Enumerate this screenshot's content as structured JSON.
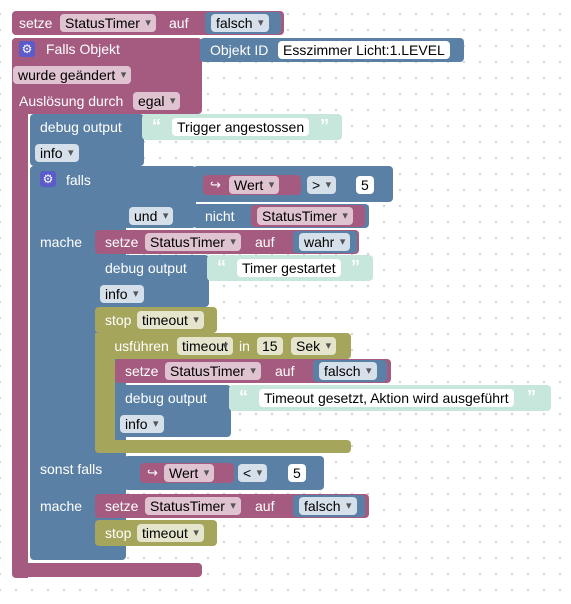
{
  "set1": {
    "keyword": "setze",
    "var": "StatusTimer",
    "to": "auf",
    "value": "falsch"
  },
  "trigger": {
    "title": "Falls Objekt",
    "obj_label": "Objekt ID",
    "obj_value": "Esszimmer Licht:1.LEVEL",
    "changed": "wurde geändert",
    "trigger_by": "Auslösung durch",
    "trigger_value": "egal"
  },
  "debug1": {
    "label": "debug output",
    "text": "Trigger angestossen",
    "level": "info"
  },
  "if1": {
    "falls": "falls",
    "cond_var": "Wert",
    "op1": ">",
    "num1": "5",
    "and": "und",
    "not": "nicht",
    "not_var": "StatusTimer",
    "mache": "mache"
  },
  "set2": {
    "keyword": "setze",
    "var": "StatusTimer",
    "to": "auf",
    "value": "wahr"
  },
  "debug2": {
    "label": "debug output",
    "text": "Timer gestartet",
    "level": "info"
  },
  "stop1": {
    "label": "stop",
    "value": "timeout"
  },
  "run": {
    "label": "Ausführen",
    "name": "timeout",
    "in": "in",
    "amount": "15",
    "unit": "Sek"
  },
  "set3": {
    "keyword": "setze",
    "var": "StatusTimer",
    "to": "auf",
    "value": "falsch"
  },
  "debug3": {
    "label": "debug output",
    "text": "Timeout gesetzt, Aktion wird ausgeführt",
    "level": "info"
  },
  "elseif": {
    "label": "sonst falls",
    "cond_var": "Wert",
    "op": "<",
    "num": "5",
    "mache": "mache"
  },
  "set4": {
    "keyword": "setze",
    "var": "StatusTimer",
    "to": "auf",
    "value": "falsch"
  },
  "stop2": {
    "label": "stop",
    "value": "timeout"
  },
  "colors": {
    "variable": "#a55b80",
    "logic": "#5b80a5",
    "timer": "#a5a55b",
    "text": "#c7e6dc"
  }
}
